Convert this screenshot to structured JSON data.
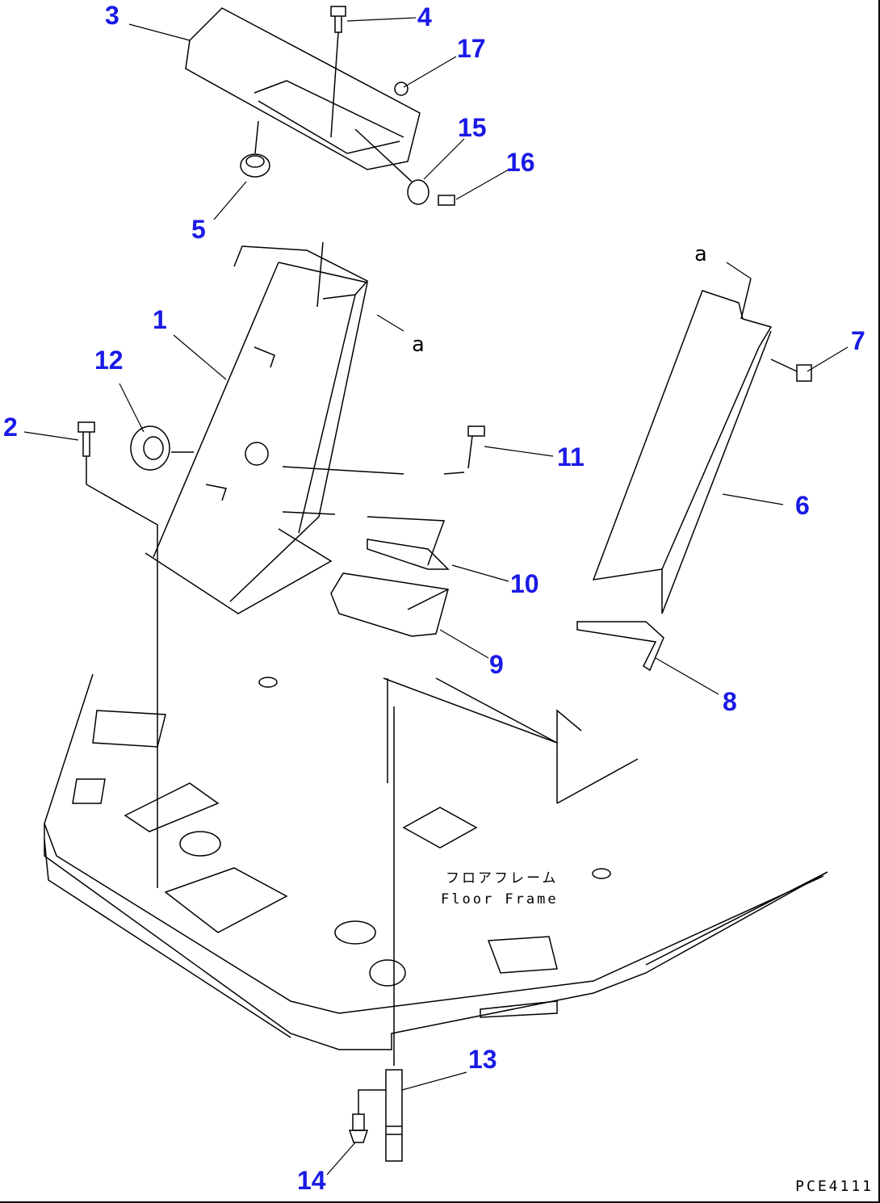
{
  "callouts": [
    "1",
    "2",
    "3",
    "4",
    "5",
    "6",
    "7",
    "8",
    "9",
    "10",
    "11",
    "12",
    "13",
    "14",
    "15",
    "16",
    "17"
  ],
  "view_marker": "a",
  "floor_label_jp": "フロアフレーム",
  "floor_label_en": "Floor Frame",
  "drawing_code": "PCE4111",
  "colors": {
    "callout": "#1a1ae6",
    "line": "#000000"
  }
}
